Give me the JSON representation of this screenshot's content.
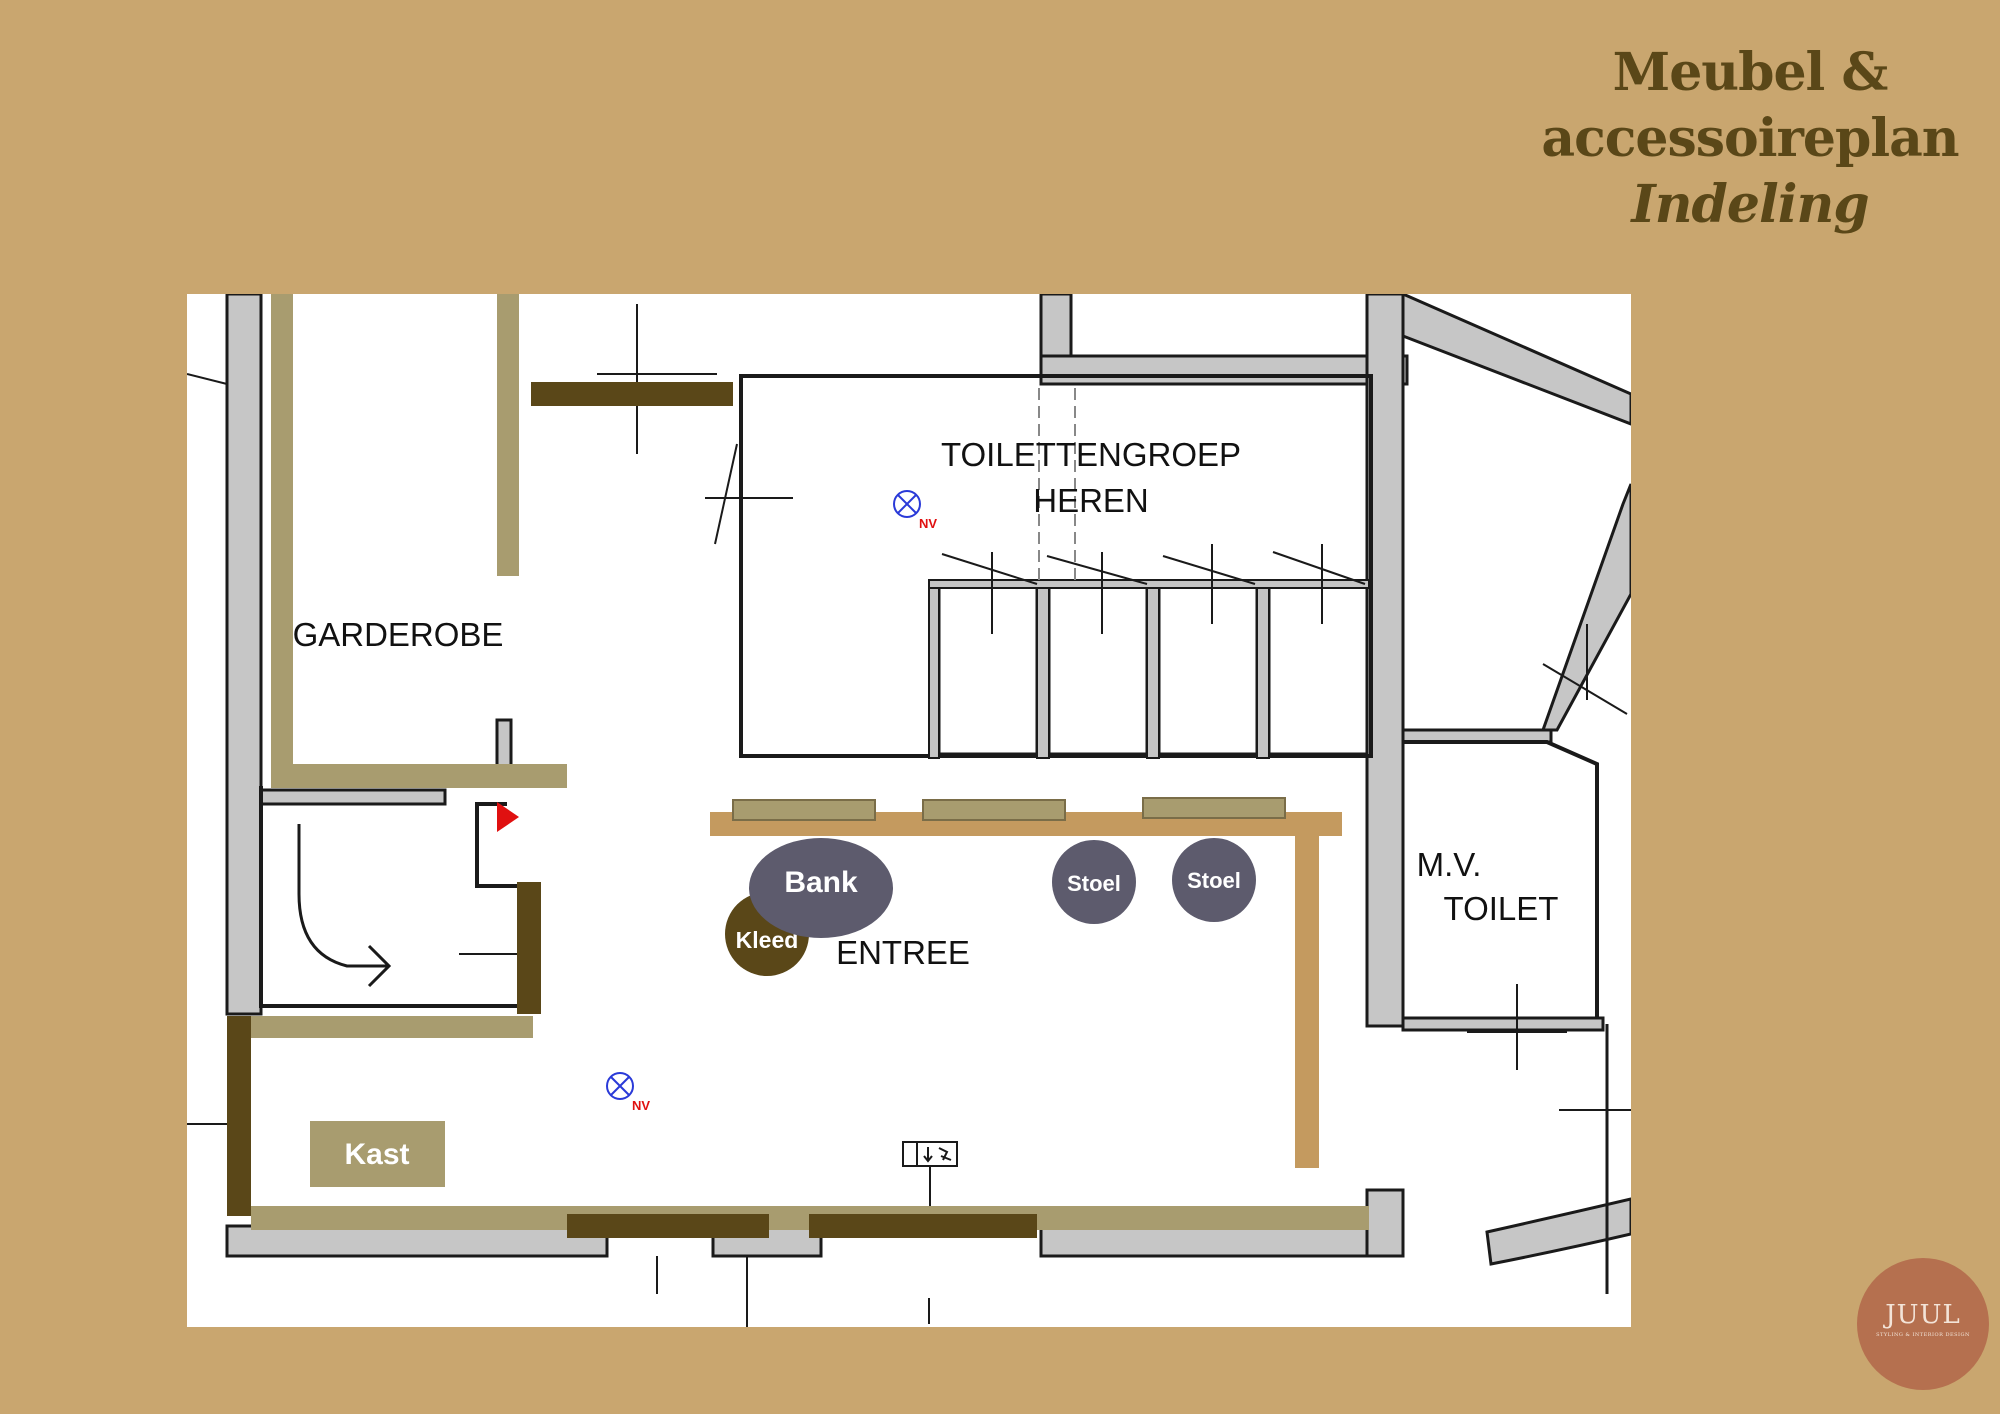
{
  "title": {
    "line1": "Meubel &",
    "line2": "accessoireplan",
    "line3": "Indeling"
  },
  "rooms": {
    "toilettengroep_line1": "TOILETTENGROEP",
    "toilettengroep_line2": "HEREN",
    "garderobe": "GARDEROBE",
    "entree": "ENTREE",
    "mv_toilet_line1": "M.V.",
    "mv_toilet_line2": "TOILET"
  },
  "furniture": {
    "bank": "Bank",
    "kleed": "Kleed",
    "stoel_1": "Stoel",
    "stoel_2": "Stoel",
    "kast": "Kast"
  },
  "symbols": {
    "emergency_light_code_1": "NV",
    "emergency_light_code_2": "NV"
  },
  "colors": {
    "background": "#c9a66f",
    "wall": "#c6c6c6",
    "dark_furniture": "#5a4718",
    "light_furniture": "#a89c6f",
    "counter": "#c49a5f",
    "seat": "#5d5b6d",
    "logo": "#b5704f"
  },
  "logo": {
    "name": "JUUL",
    "tagline": "STYLING & INTERIOR DESIGN"
  }
}
